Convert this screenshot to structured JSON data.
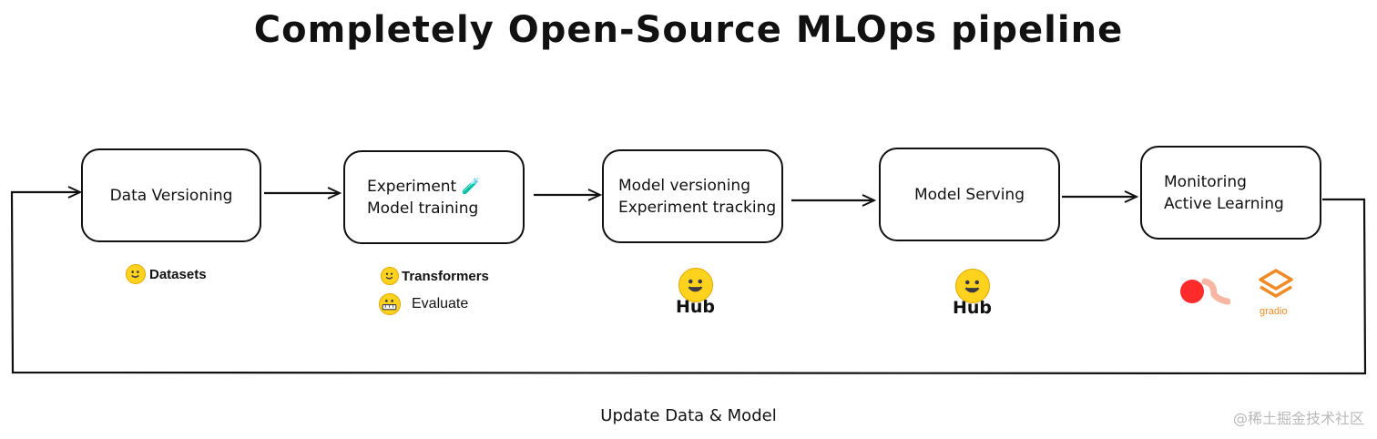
{
  "title": "Completely Open-Source MLOps pipeline",
  "stages": [
    {
      "label_lines": [
        "Data Versioning"
      ]
    },
    {
      "label_lines": [
        "Experiment 🧪",
        "Model training"
      ]
    },
    {
      "label_lines": [
        "Model versioning",
        "Experiment tracking"
      ]
    },
    {
      "label_lines": [
        "Model Serving"
      ]
    },
    {
      "label_lines": [
        "Monitoring",
        "Active Learning"
      ]
    }
  ],
  "tools": {
    "datasets": "Datasets",
    "transformers": "Transformers",
    "evaluate": "Evaluate",
    "hub_1": "Hub",
    "hub_2": "Hub",
    "gradio": "gradio"
  },
  "loop_label": "Update Data & Model",
  "watermark": "@稀土掘金技术社区",
  "colors": {
    "hugging_face_yellow": "#FFD21E",
    "streamlit_red": "#FF2B2B",
    "gradio_orange": "#F08A24"
  }
}
